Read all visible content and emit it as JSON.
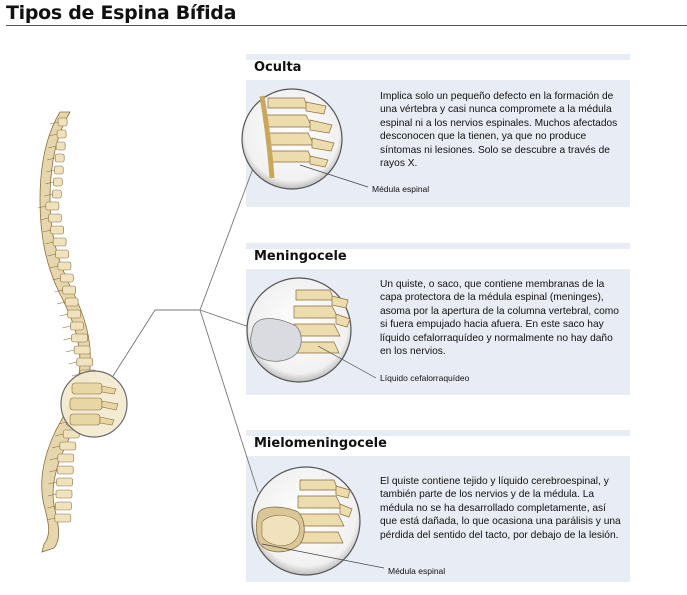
{
  "title": "Tipos de Espina Bífida",
  "panels": [
    {
      "heading": "Oculta",
      "text": "Implica solo un pequeño defecto en la formación de una vértebra y casi nunca compromete a la médula espinal ni a los nervios espinales.  Muchos afectados desconocen que la tienen, ya que no produce síntomas ni lesiones. Solo se descubre a través de rayos X.",
      "callout": "Médula espinal"
    },
    {
      "heading": "Meningocele",
      "text": "Un quiste, o saco, que contiene membranas de la capa protectora de la médula espinal (meninges), asoma por la apertura de la columna vertebral, como si fuera empujado hacia afuera. En este saco hay líquido cefalorraquídeo y normalmente no hay daño en los nervios.",
      "callout": "Líquido cefalorraquídeo"
    },
    {
      "heading": "Mielomeningocele",
      "text": "El quiste contiene tejido y líquido cerebroespinal, y también parte de los nervios y de la médula. La médula no se ha desarrollado completamente, así que está dañada, lo que ocasiona una parálisis y una pérdida del sentido del tacto, por debajo de la lesión.",
      "callout": "Médula espinal"
    }
  ],
  "colors": {
    "panel_bg": "#e8ecf4",
    "bone": "#e9dcb6",
    "bone_shadow": "#b79a5c",
    "cord": "#f2dba0",
    "sac": "#d9dbe0"
  }
}
